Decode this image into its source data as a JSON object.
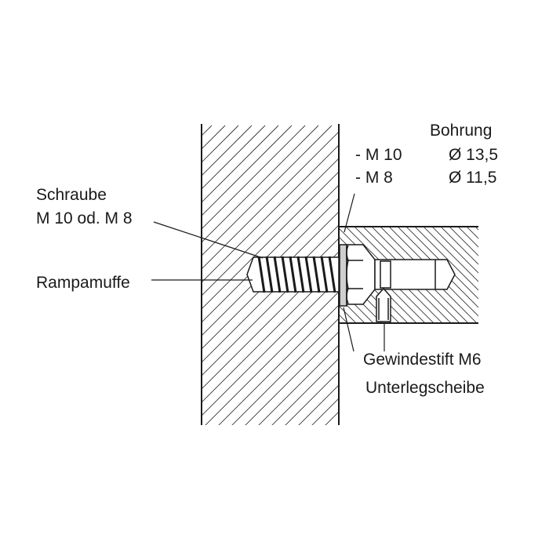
{
  "labels": {
    "bohrung_header": "Bohrung",
    "m10": "- M 10",
    "m10_bore": "Ø 13,5",
    "m8": "- M 8",
    "m8_bore": "Ø 11,5",
    "schraube_line1": "Schraube",
    "schraube_line2": "M 10 od. M 8",
    "rampamuffe": "Rampamuffe",
    "gewindestift": "Gewindestift M6",
    "unterlegscheibe": "Unterlegscheibe"
  },
  "colors": {
    "line": "#1a1a1a",
    "washer": "#cfcfcf"
  }
}
